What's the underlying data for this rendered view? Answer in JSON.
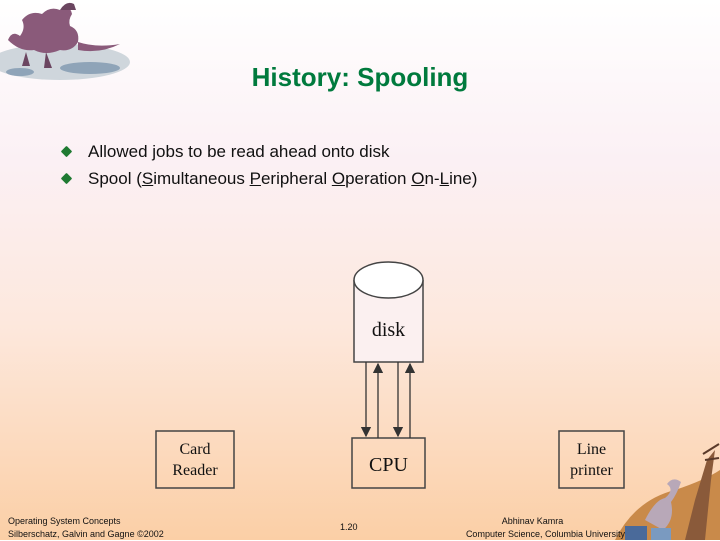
{
  "slide": {
    "title": "History: Spooling",
    "bullets": {
      "b1": "Allowed jobs to be read ahead onto disk",
      "b2": {
        "p1": "Spool (",
        "s": "S",
        "p2": "imultaneous ",
        "p": "P",
        "p3": "eripheral ",
        "o": "O",
        "p4": "peration ",
        "on": "O",
        "p5": "n-",
        "l": "L",
        "p6": "ine)"
      }
    }
  },
  "diagram": {
    "disk_label": "disk",
    "card_reader": [
      "Card",
      "Reader"
    ],
    "cpu_label": "CPU",
    "line_printer": [
      "Line",
      "printer"
    ]
  },
  "footer": {
    "left_line1": "Operating System Concepts",
    "left_line2": "Silberschatz, Galvin and  Gagne ©2002",
    "page_number": "1.20",
    "right_line1": "Abhinav Kamra",
    "right_line2": "Computer Science, Columbia University"
  },
  "colors": {
    "title": "#007a3d",
    "bullet": "#1f7a32",
    "disk_fill": "#ffffff",
    "dino": "#8a5a7a"
  }
}
